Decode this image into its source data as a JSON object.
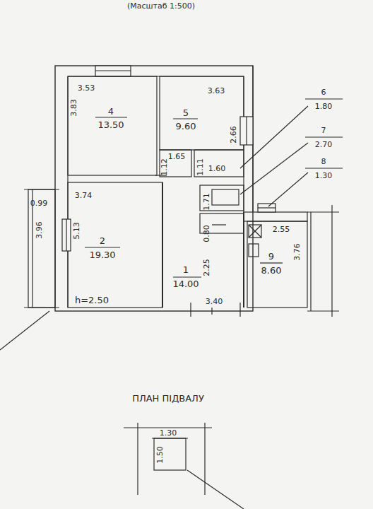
{
  "diagram": {
    "caption": "(Масштаб 1:500)",
    "labels": [
      "3.53",
      "3.83",
      "4",
      "13.50",
      "3.63",
      "5",
      "9.60",
      "2.66",
      "1.65",
      "1.12",
      "1.11",
      "1.60",
      "6",
      "1.80",
      "7",
      "2.70",
      "8",
      "1.30",
      "3.74",
      "5.13",
      "2",
      "19.30",
      "h=2.50",
      "0.99",
      "3.96",
      "1.71",
      "0.80",
      "2.25",
      "1",
      "14.00",
      "3.40",
      "2.55",
      "9",
      "8.60",
      "3.76",
      "ПЛАН ПІДВАЛУ",
      "1.30",
      "1.50"
    ]
  }
}
